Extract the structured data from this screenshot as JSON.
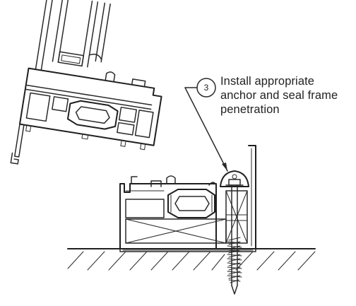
{
  "callout": {
    "number": "3",
    "lines": [
      "Install appropriate",
      "anchor and seal frame",
      "penetration"
    ]
  }
}
